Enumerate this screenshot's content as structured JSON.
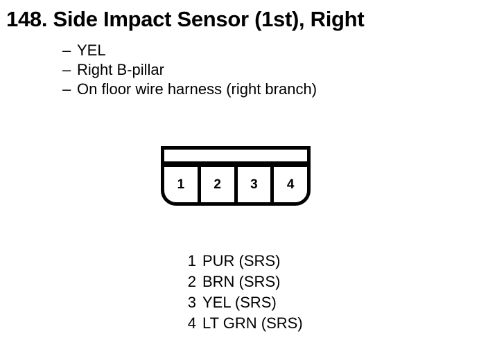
{
  "page": {
    "background_color": "#ffffff",
    "ink_color": "#000000"
  },
  "title": {
    "number": "148.",
    "name": "Side Impact Sensor (1st), Right",
    "full": "148. Side Impact Sensor (1st), Right"
  },
  "attributes": {
    "dash": "–",
    "items": [
      {
        "text": "YEL"
      },
      {
        "text": "Right B-pillar"
      },
      {
        "text": "On floor wire harness (right branch)"
      }
    ]
  },
  "connector": {
    "cavity_count": 4,
    "cells": [
      {
        "number": "1"
      },
      {
        "number": "2"
      },
      {
        "number": "3"
      },
      {
        "number": "4"
      }
    ]
  },
  "pin_legend": {
    "rows": [
      {
        "number": "1",
        "label": "PUR (SRS)"
      },
      {
        "number": "2",
        "label": "BRN (SRS)"
      },
      {
        "number": "3",
        "label": "YEL (SRS)"
      },
      {
        "number": "4",
        "label": "LT GRN (SRS)"
      }
    ]
  }
}
